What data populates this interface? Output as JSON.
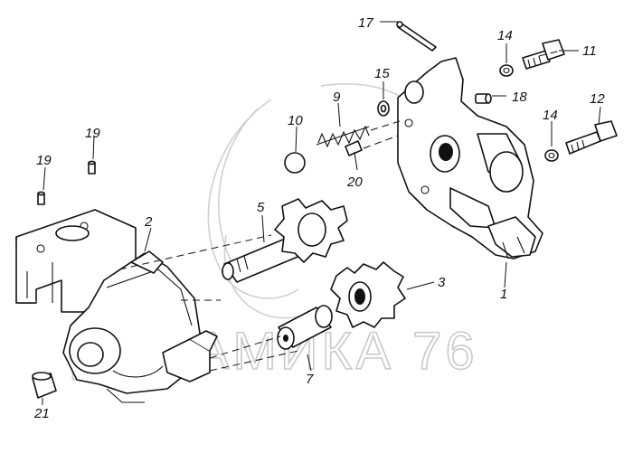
{
  "watermark": "ДИНАМИКА 76",
  "colors": {
    "line": "#111111",
    "watermark": "#c9c9c9",
    "background": "#ffffff"
  },
  "callouts": [
    {
      "id": "c1",
      "label": "1"
    },
    {
      "id": "c2",
      "label": "2"
    },
    {
      "id": "c3",
      "label": "3"
    },
    {
      "id": "c5",
      "label": "5"
    },
    {
      "id": "c7",
      "label": "7"
    },
    {
      "id": "c9",
      "label": "9"
    },
    {
      "id": "c10",
      "label": "10"
    },
    {
      "id": "c11",
      "label": "11"
    },
    {
      "id": "c12",
      "label": "12"
    },
    {
      "id": "c14a",
      "label": "14"
    },
    {
      "id": "c14b",
      "label": "14"
    },
    {
      "id": "c15",
      "label": "15"
    },
    {
      "id": "c17",
      "label": "17"
    },
    {
      "id": "c18",
      "label": "18"
    },
    {
      "id": "c19a",
      "label": "19"
    },
    {
      "id": "c19b",
      "label": "19"
    },
    {
      "id": "c20",
      "label": "20"
    },
    {
      "id": "c21",
      "label": "21"
    }
  ]
}
